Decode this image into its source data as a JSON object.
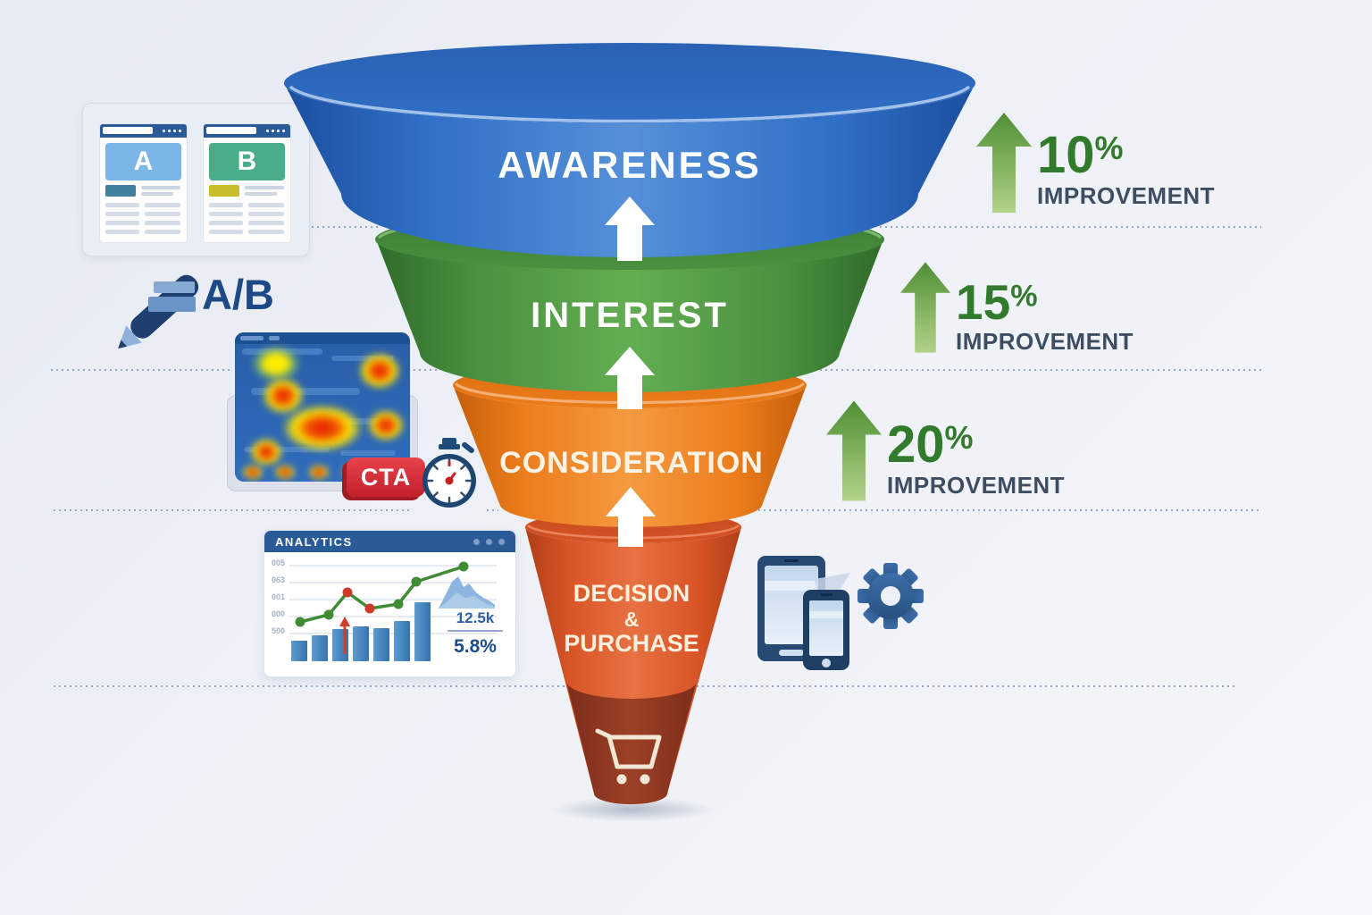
{
  "palette": {
    "background": "#edf0f6",
    "dotted_line": "#8fa8cc",
    "improvement_value_green": "#337b2c",
    "improvement_label_dark": "#3d4e63",
    "arrow_green_top": "#4f8f34",
    "arrow_green_bottom": "#b2d289",
    "ab_text_blue": "#1d4a86",
    "cta_red": "#d6323c",
    "header_blue": "#2b5b97",
    "bar_blue": "#3e7db8",
    "line_green": "#3f8c35",
    "point_red": "#cc3a28",
    "metric_blue": "#2e5f9f",
    "metric_dark_blue": "#1d4c8c",
    "white_arrow": "#ffffff"
  },
  "funnel": {
    "stages": [
      {
        "label": "AWARENESS",
        "color_dark": "#1c4f9e",
        "color_light": "#5590d8",
        "color_main": "#2f6fc6",
        "color_top": "#2a62b4"
      },
      {
        "label": "INTEREST",
        "color_dark": "#2f6b2a",
        "color_light": "#63ad52",
        "color_main": "#4a9140",
        "color_top": "#3c7c33"
      },
      {
        "label": "CONSIDERATION",
        "color_dark": "#c65f0a",
        "color_light": "#f59a40",
        "color_main": "#ec7d1c",
        "color_top": "#d96c10"
      },
      {
        "label_lines": [
          "DECISION",
          "&",
          "PURCHASE"
        ],
        "color_dark": "#b03f18",
        "color_light": "#e87242",
        "color_main": "#d85426",
        "color_top": "#c34a1e",
        "color_deep": "#9c4126"
      }
    ]
  },
  "improvements": [
    {
      "value": "10",
      "suffix": "%",
      "label": "IMPROVEMENT"
    },
    {
      "value": "15",
      "suffix": "%",
      "label": "IMPROVEMENT"
    },
    {
      "value": "20",
      "suffix": "%",
      "label": "IMPROVEMENT"
    }
  ],
  "ab_cards": {
    "variant_a": "A",
    "variant_b": "B"
  },
  "ab_test_label": "A/B",
  "cta_label": "CTA",
  "analytics": {
    "title": "ANALYTICS",
    "y_labels": [
      "005",
      "063",
      "001",
      "000",
      "500"
    ],
    "metric_primary": "12.5k",
    "metric_secondary": "5.8%",
    "chart": {
      "type": "bar+line",
      "bars": [
        23,
        29,
        36,
        39,
        37,
        45,
        66
      ],
      "line_points": [
        [
          40,
          102
        ],
        [
          72,
          94
        ],
        [
          93,
          69
        ],
        [
          118,
          87
        ],
        [
          150,
          82
        ],
        [
          170,
          57
        ],
        [
          223,
          40
        ]
      ],
      "point_colors": [
        "green",
        "green",
        "red",
        "red",
        "green",
        "green",
        "green"
      ]
    }
  },
  "icons": {
    "left": [
      "browser-variant-a-icon",
      "browser-variant-b-icon",
      "pencil-icon",
      "heatmap-icon",
      "cta-button",
      "stopwatch-icon",
      "analytics-panel-icon"
    ],
    "right": [
      "tablet-icon",
      "phone-icon",
      "gear-icon"
    ],
    "funnel": [
      "up-arrow-icon",
      "shopping-cart-icon"
    ]
  }
}
